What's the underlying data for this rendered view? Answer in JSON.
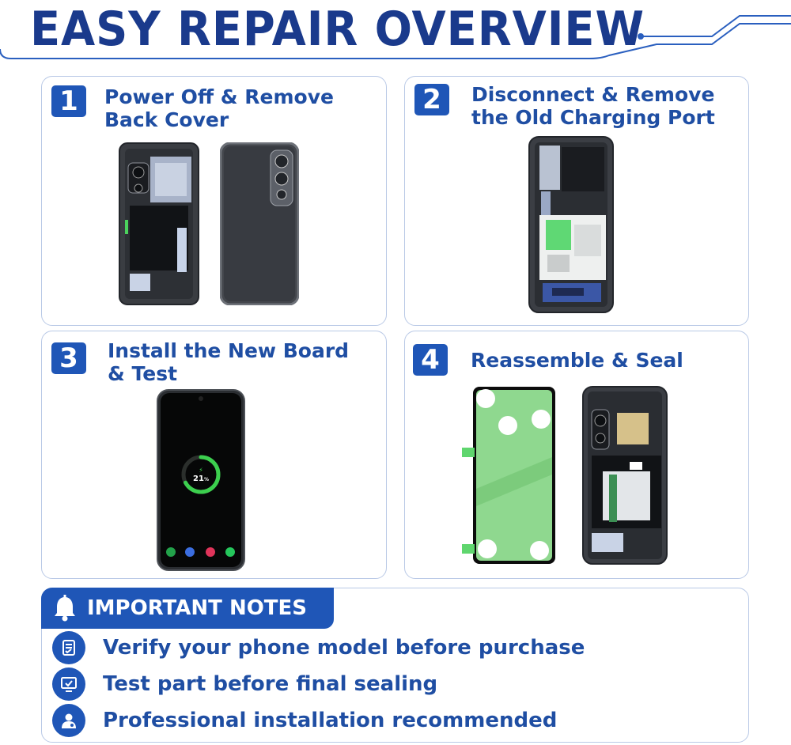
{
  "header": {
    "title": "EASY REPAIR OVERVIEW"
  },
  "steps": [
    {
      "number": "1",
      "lines": [
        "Power Off & Remove",
        "Back Cover"
      ]
    },
    {
      "number": "2",
      "lines": [
        "Disconnect & Remove",
        "the Old Charging Port"
      ]
    },
    {
      "number": "3",
      "lines": [
        "Install the New Board",
        "& Test"
      ]
    },
    {
      "number": "4",
      "lines": [
        "Reassemble & Seal"
      ]
    }
  ],
  "phone_screen": {
    "battery_percent": "21",
    "percent_sign": "%",
    "charge_level": 0.21
  },
  "notes": {
    "title": "IMPORTANT NOTES",
    "items": [
      "Verify your phone model before purchase",
      "Test part before final sealing",
      "Professional installation recommended"
    ]
  },
  "colors": {
    "primary": "#1f56b7",
    "title": "#1a3a8c",
    "border": "#b9c9e6",
    "charge": "#3ccf4e"
  },
  "icons": [
    "bell-icon",
    "checklist-icon",
    "monitor-check-icon",
    "technician-icon",
    "lightning-icon"
  ]
}
